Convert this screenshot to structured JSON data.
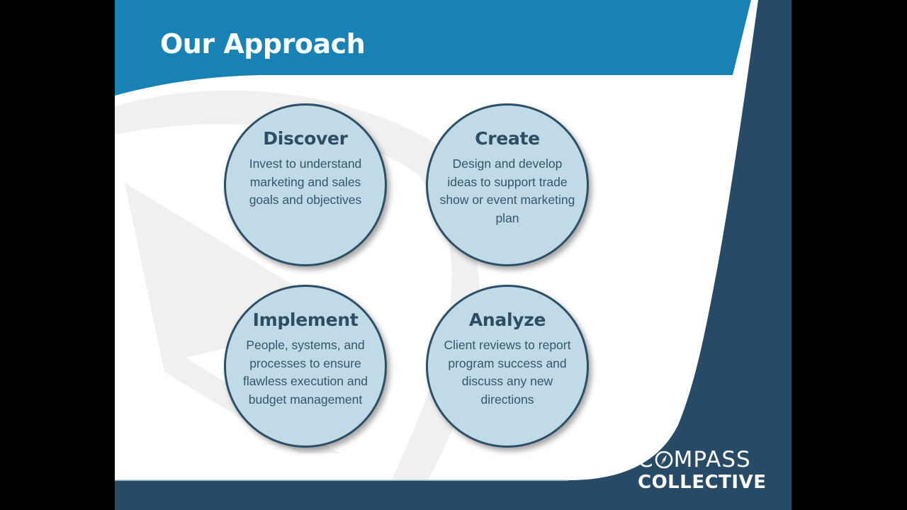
{
  "slide": {
    "title": "Our Approach",
    "colors": {
      "header_blue": "#1882b4",
      "navy": "#274a66",
      "circle_fill": "#c0dae7",
      "circle_border": "#2c5068",
      "text": "#2e4d63",
      "watermark": "#f0f0f0"
    },
    "steps": [
      {
        "title": "Discover",
        "description": "Invest to understand marketing and sales goals and objectives"
      },
      {
        "title": "Create",
        "description": "Design and develop ideas to support trade show or event marketing plan"
      },
      {
        "title": "Implement",
        "description": "People, systems, and processes to ensure flawless execution and budget management"
      },
      {
        "title": "Analyze",
        "description": "Client reviews to report program success and discuss any new directions"
      }
    ],
    "logo": {
      "line1_pre": "C",
      "line1_icon": "compass-icon",
      "line1_post": "MPASS",
      "line2": "COLLECTIVE"
    }
  }
}
